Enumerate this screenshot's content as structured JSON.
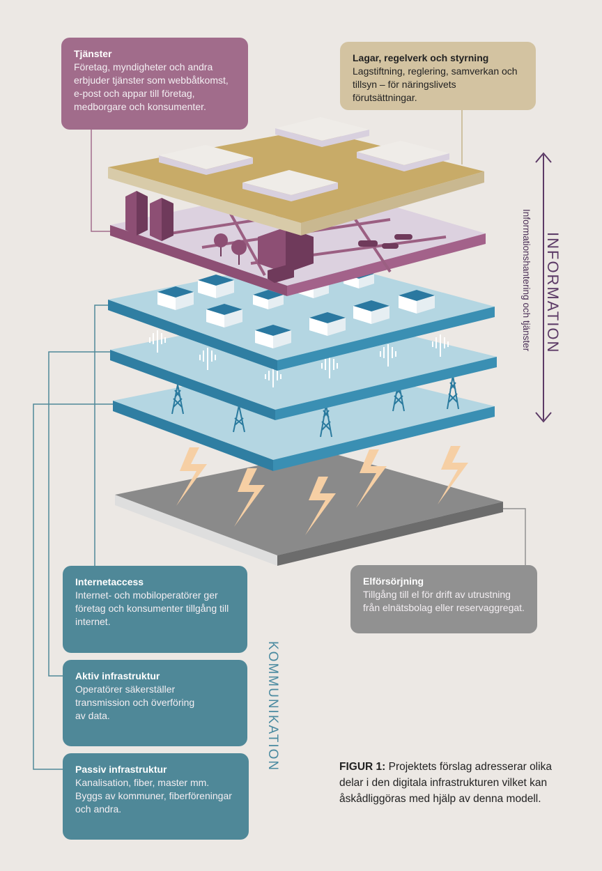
{
  "boxes": {
    "tjanster": {
      "title": "Tjänster",
      "lines": [
        "Företag, myndigheter och andra",
        "erbjuder tjänster som webbåtkomst,",
        "e-post och appar till företag,",
        "medborgare och konsumenter."
      ]
    },
    "lagar": {
      "title": "Lagar, regelverk och styrning",
      "lines": [
        "Lagstiftning, reglering, samverkan och",
        "tillsyn – för näringslivets förutsättningar."
      ]
    },
    "internetaccess": {
      "title": "Internetaccess",
      "lines": [
        "Internet- och mobiloperatörer ger",
        "företag och konsumenter tillgång till",
        "internet."
      ]
    },
    "aktiv": {
      "title": "Aktiv infrastruktur",
      "lines": [
        "Operatörer säkerställer",
        "transmission och överföring",
        "av data."
      ]
    },
    "passiv": {
      "title": "Passiv infrastruktur",
      "lines": [
        "Kanalisation, fiber, master mm.",
        "Byggs av kommuner, fiberföreningar",
        "och andra."
      ]
    },
    "el": {
      "title": "Elförsörjning",
      "lines": [
        "Tillgång till el för drift av utrustning",
        "från elnätsbolag eller reservaggregat."
      ]
    }
  },
  "labels": {
    "information": "INFORMATION",
    "information_sub": "Informationshantering och tjänster",
    "kommunikation": "KOMMUNIKATION"
  },
  "caption": {
    "bold": "FIGUR 1:",
    "text": " Projektets förslag adresserar olika delar i den digitala infrastrukturen vilket kan åskådliggöras med hjälp av denna modell."
  },
  "colors": {
    "background": "#ece8e4",
    "services": "#a16c8b",
    "laws": "#d3c3a1",
    "communication": "#4f8898",
    "power": "#919191",
    "information_arrow": "#5c3a66",
    "layer_blue": "#b4d6e2",
    "layer_edge": "#3283a3",
    "lightning": "#f6cfa4"
  }
}
